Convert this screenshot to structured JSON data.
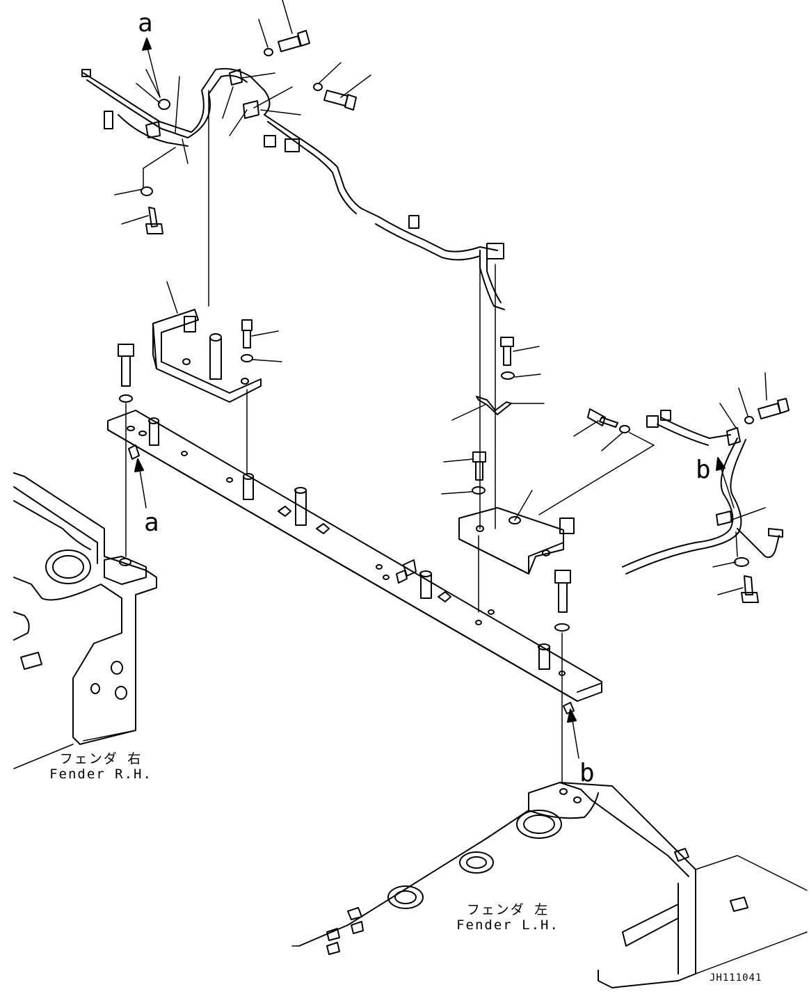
{
  "labels": {
    "ref_a_top": "a",
    "ref_a_bottom": "a",
    "ref_b_right": "b",
    "ref_b_bottom": "b"
  },
  "fenders": {
    "right": {
      "jp": "フェンダ 右",
      "en": "Fender R.H."
    },
    "left": {
      "jp": "フェンダ 左",
      "en": "Fender L.H."
    }
  },
  "drawing_code": "JH111041"
}
